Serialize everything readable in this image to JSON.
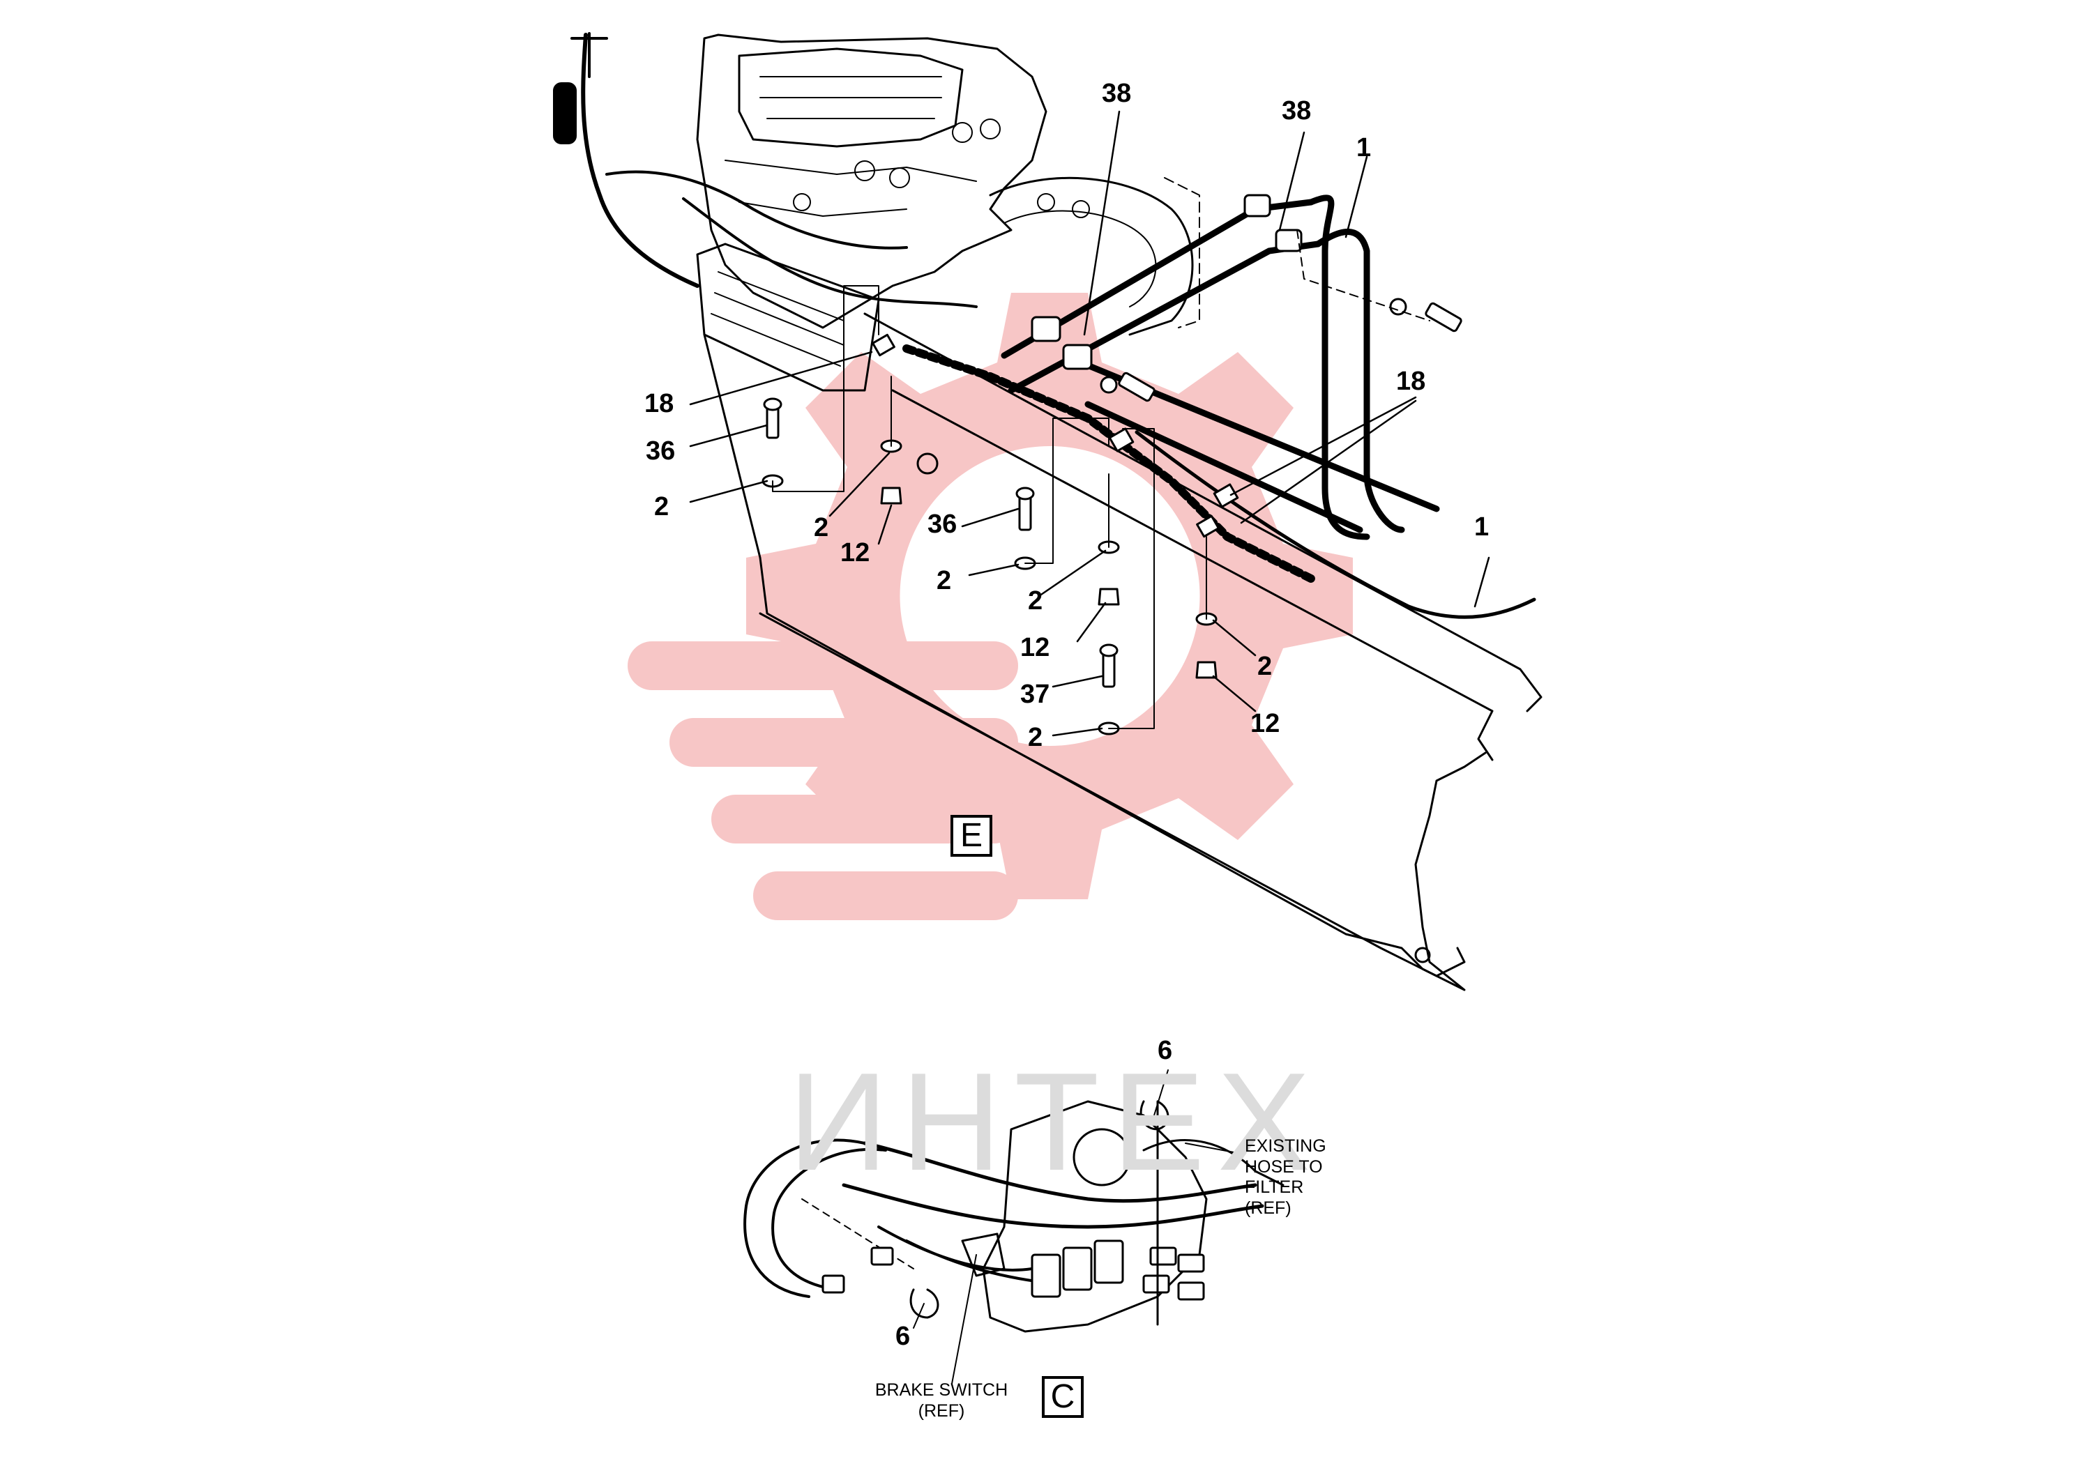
{
  "watermark": {
    "text": "ИНТЕХ",
    "gear_color": "#f7c6c6",
    "text_color": "#dcdcdc"
  },
  "view_e": {
    "label": "E",
    "callouts": {
      "c38_a": "38",
      "c38_b": "38",
      "c1_a": "1",
      "c1_b": "1",
      "c18_a": "18",
      "c18_b": "18",
      "c36_a": "36",
      "c36_b": "36",
      "c2_a": "2",
      "c2_b": "2",
      "c2_c": "2",
      "c2_d": "2",
      "c2_e": "2",
      "c2_f": "2",
      "c12_a": "12",
      "c12_b": "12",
      "c12_c": "12",
      "c37": "37"
    }
  },
  "view_c": {
    "label": "C",
    "callouts": {
      "c6_a": "6",
      "c6_b": "6"
    },
    "notes": {
      "hose_line1": "EXISTING",
      "hose_line2": "HOSE TO",
      "hose_line3": "FILTER",
      "hose_line4": "(REF)",
      "brake_line1": "BRAKE SWITCH",
      "brake_line2": "(REF)"
    }
  }
}
